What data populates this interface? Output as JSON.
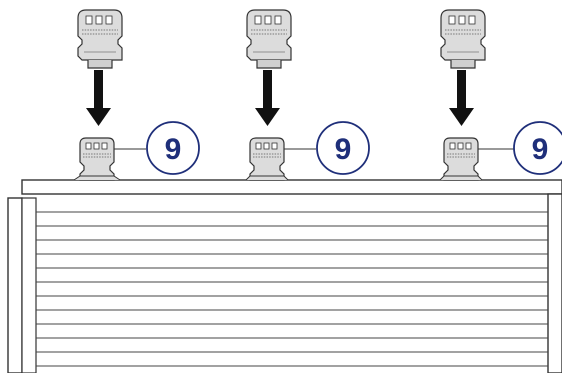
{
  "diagram": {
    "callouts": [
      {
        "label": "9"
      },
      {
        "label": "9"
      },
      {
        "label": "9"
      }
    ],
    "colors": {
      "callout_text": "#1f2f7a",
      "callout_stroke": "#1f2f7a",
      "arrow": "#111111",
      "outline": "#333333",
      "clip_fill": "#dcdcdc"
    },
    "icons": [
      "retaining-clip-icon",
      "arrow-down-icon",
      "callout-circle-icon",
      "condenser-core-icon"
    ]
  }
}
